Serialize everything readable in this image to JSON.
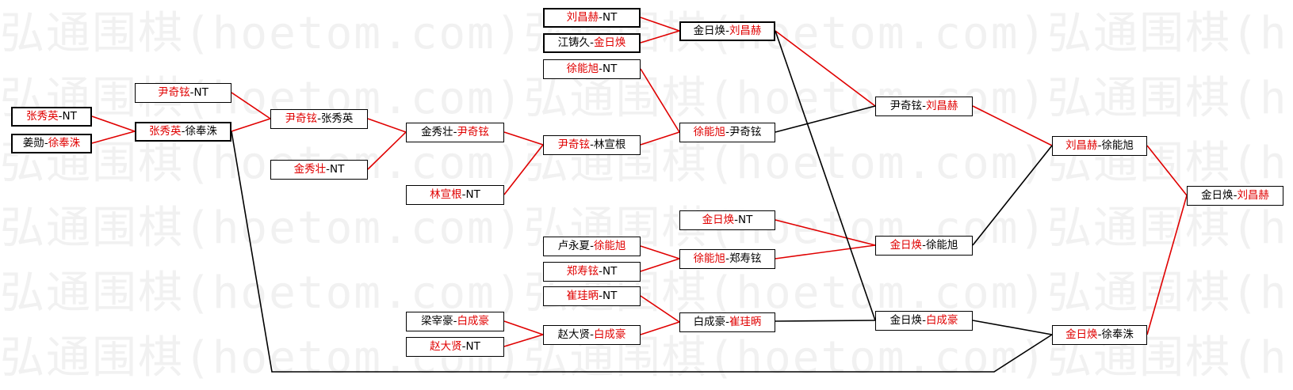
{
  "watermark": "弘通围棋(hoetom.com)弘通围棋(hoetom.com)弘通围棋(h",
  "colors": {
    "winner": "#e00000",
    "line_red": "#e00000",
    "line_black": "#000000"
  },
  "nodes": {
    "n1": {
      "a": "张秀英",
      "b": "NT"
    },
    "n2": {
      "a": "姜勋",
      "b": "徐奉洙"
    },
    "n3": {
      "a": "张秀英",
      "b": "徐奉洙"
    },
    "n4": {
      "a": "尹奇铉",
      "b": "NT"
    },
    "n5": {
      "a": "尹奇铉",
      "b": "张秀英"
    },
    "n6": {
      "a": "金秀壮",
      "b": "NT"
    },
    "n7": {
      "a": "金秀壮",
      "b": "尹奇铉"
    },
    "n8": {
      "a": "林宣根",
      "b": "NT"
    },
    "n9": {
      "a": "尹奇铉",
      "b": "林宣根"
    },
    "n10": {
      "a": "刘昌赫",
      "b": "NT"
    },
    "n11": {
      "a": "江铸久",
      "b": "金日焕"
    },
    "n12": {
      "a": "金日焕",
      "b": "刘昌赫"
    },
    "n13": {
      "a": "徐能旭",
      "b": "NT"
    },
    "n14": {
      "a": "徐能旭",
      "b": "尹奇铉"
    },
    "n15": {
      "a": "尹奇铉",
      "b": "刘昌赫"
    },
    "n16": {
      "a": "金日焕",
      "b": "NT"
    },
    "n17": {
      "a": "卢永夏",
      "b": "徐能旭"
    },
    "n18": {
      "a": "郑寿铉",
      "b": "NT"
    },
    "n19": {
      "a": "徐能旭",
      "b": "郑寿铉"
    },
    "n20": {
      "a": "金日焕",
      "b": "徐能旭"
    },
    "n21": {
      "a": "刘昌赫",
      "b": "徐能旭"
    },
    "n22": {
      "a": "金日焕",
      "b": "刘昌赫"
    },
    "n23": {
      "a": "崔珪昞",
      "b": "NT"
    },
    "n24": {
      "a": "梁宰豪",
      "b": "白成豪"
    },
    "n25": {
      "a": "赵大贤",
      "b": "NT"
    },
    "n26": {
      "a": "赵大贤",
      "b": "白成豪"
    },
    "n27": {
      "a": "白成豪",
      "b": "崔珪昞"
    },
    "n28": {
      "a": "金日焕",
      "b": "白成豪"
    },
    "n29": {
      "a": "金日焕",
      "b": "徐奉洙"
    }
  }
}
